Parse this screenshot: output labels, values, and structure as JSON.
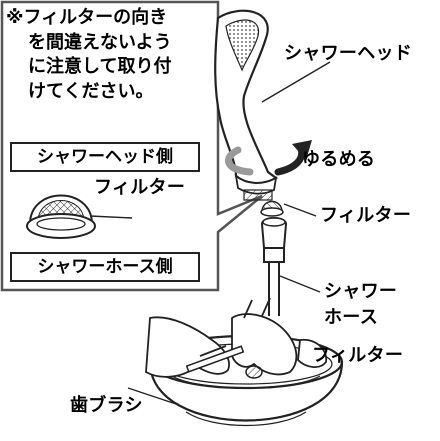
{
  "note": {
    "line1": "※フィルターの向き",
    "line2": "を間違えないよう",
    "line3": "に注意して取り付",
    "line4": "けてください。"
  },
  "inset": {
    "head_side_label": "シャワーヘッド側",
    "filter_label": "フィルター",
    "hose_side_label": "シャワーホース側"
  },
  "callouts": {
    "shower_head": "シャワーヘッド",
    "loosen": "ゆるめる",
    "filter": "フィルター",
    "shower_hose_line1": "シャワー",
    "shower_hose_line2": "ホース",
    "filter_wash": "フィルター",
    "toothbrush": "歯ブラシ"
  },
  "colors": {
    "line": "#222222",
    "frame": "#555555",
    "arrow_gray": "#9a9a9a"
  }
}
